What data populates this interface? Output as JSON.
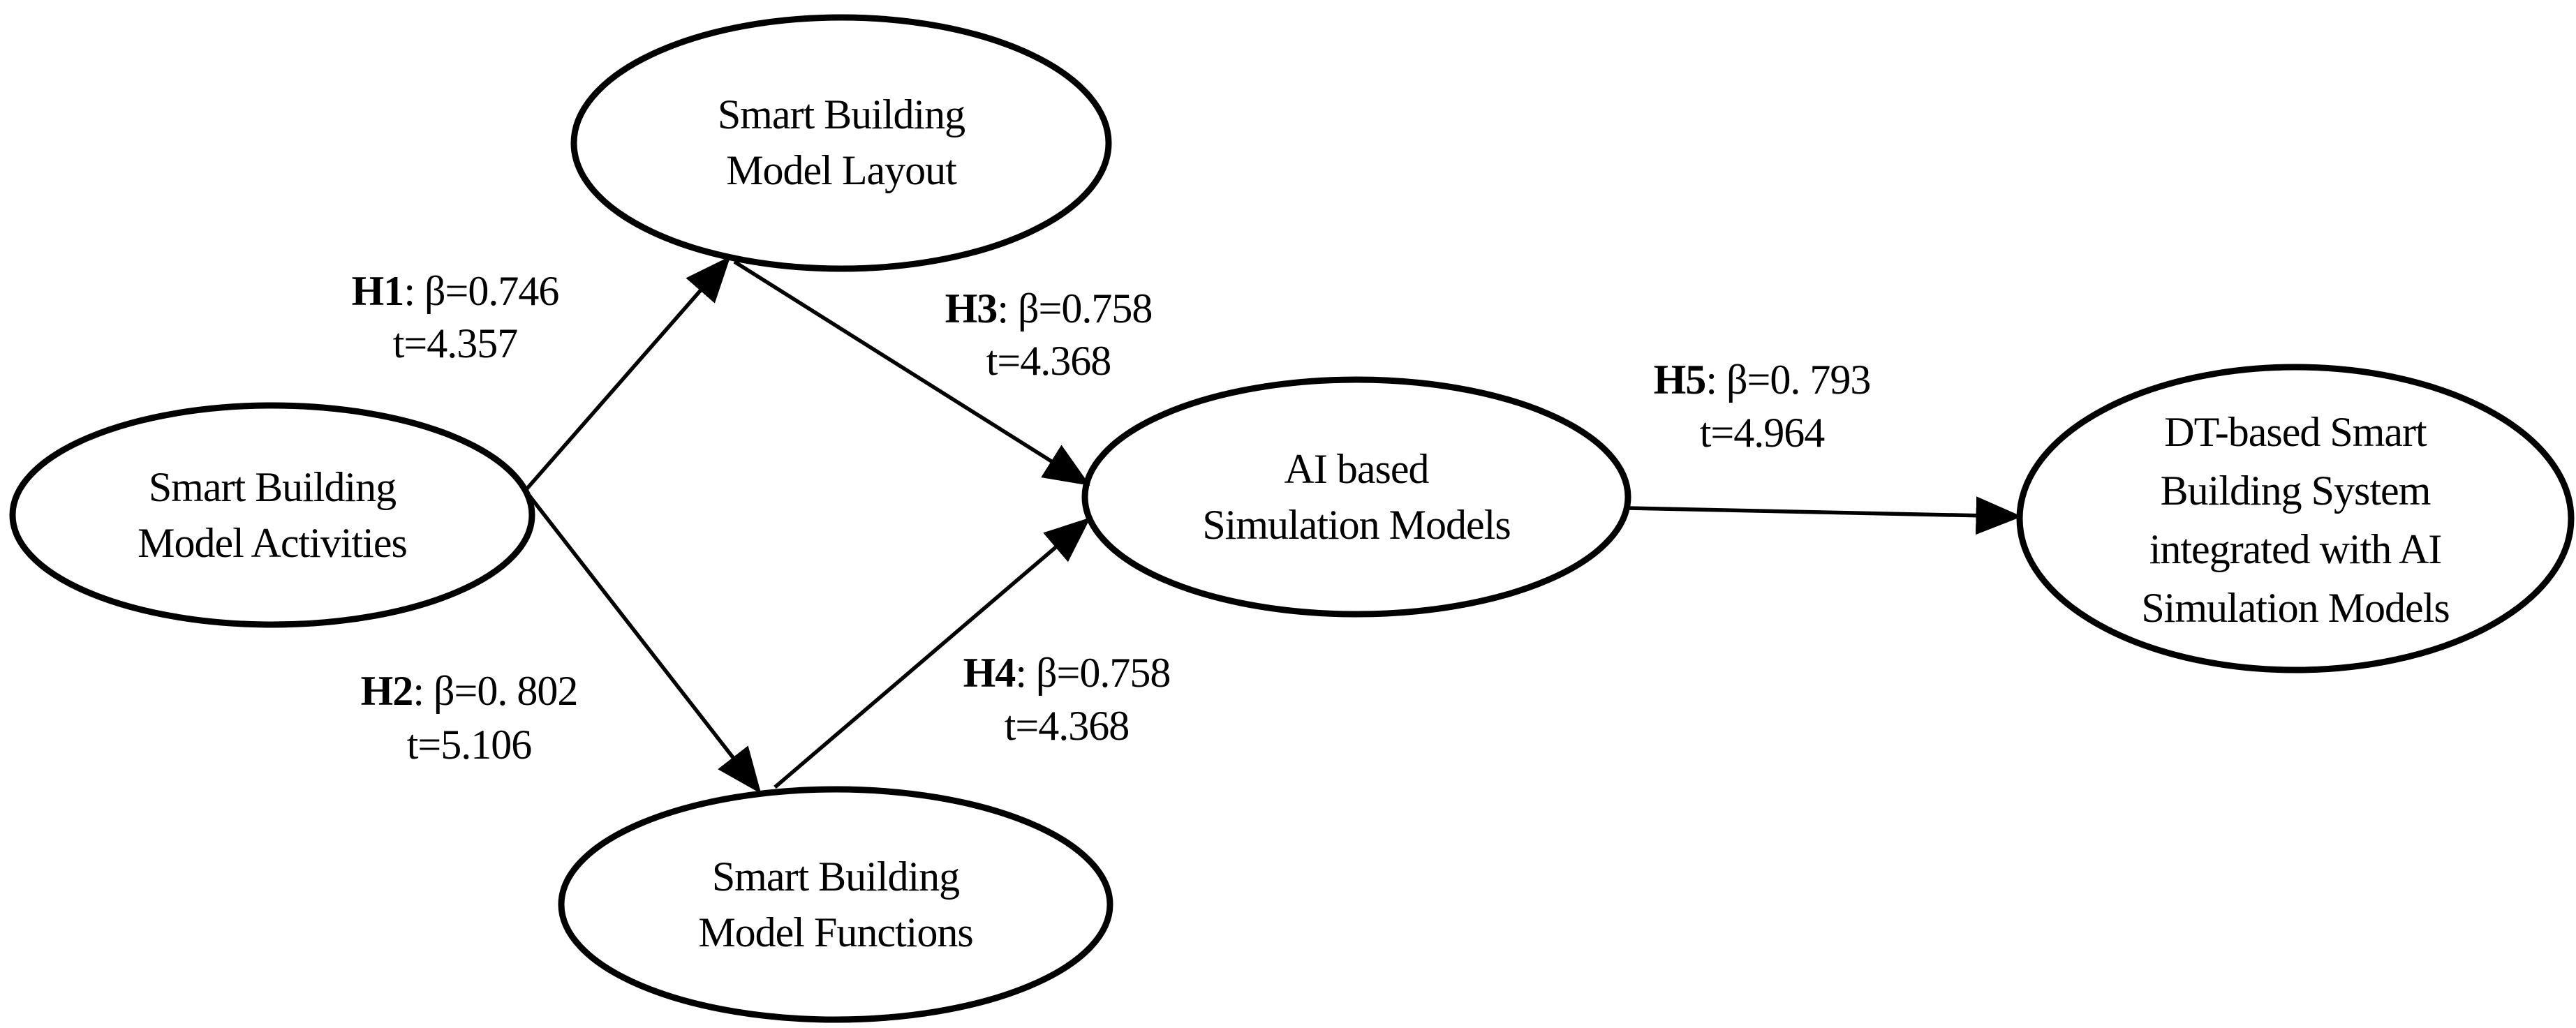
{
  "diagram": {
    "type": "structural-path-model",
    "colors": {
      "ink": "#000000",
      "background": "#ffffff"
    },
    "nodes": [
      {
        "key": "activities",
        "label_lines": [
          "Smart Building",
          "Model Activities"
        ]
      },
      {
        "key": "layout",
        "label_lines": [
          "Smart Building",
          "Model Layout"
        ]
      },
      {
        "key": "functions",
        "label_lines": [
          "Smart Building",
          "Model Functions"
        ]
      },
      {
        "key": "ai",
        "label_lines": [
          "AI based",
          "Simulation Models"
        ]
      },
      {
        "key": "dt",
        "label_lines": [
          "DT-based Smart",
          "Building System",
          "integrated with AI",
          "Simulation Models"
        ]
      }
    ],
    "edges": [
      {
        "id": "H1",
        "from": "activities",
        "to": "layout",
        "beta": 0.746,
        "t": 4.357,
        "label_rest": ": β=0.746",
        "label_t": "t=4.357"
      },
      {
        "id": "H2",
        "from": "activities",
        "to": "functions",
        "beta": 0.802,
        "t": 5.106,
        "label_rest": ": β=0. 802",
        "label_t": "t=5.106"
      },
      {
        "id": "H3",
        "from": "layout",
        "to": "ai",
        "beta": 0.758,
        "t": 4.368,
        "label_rest": ": β=0.758",
        "label_t": "t=4.368"
      },
      {
        "id": "H4",
        "from": "functions",
        "to": "ai",
        "beta": 0.758,
        "t": 4.368,
        "label_rest": ": β=0.758",
        "label_t": "t=4.368"
      },
      {
        "id": "H5",
        "from": "ai",
        "to": "dt",
        "beta": 0.793,
        "t": 4.964,
        "label_rest": ": β=0. 793",
        "label_t": "t=4.964"
      }
    ]
  }
}
